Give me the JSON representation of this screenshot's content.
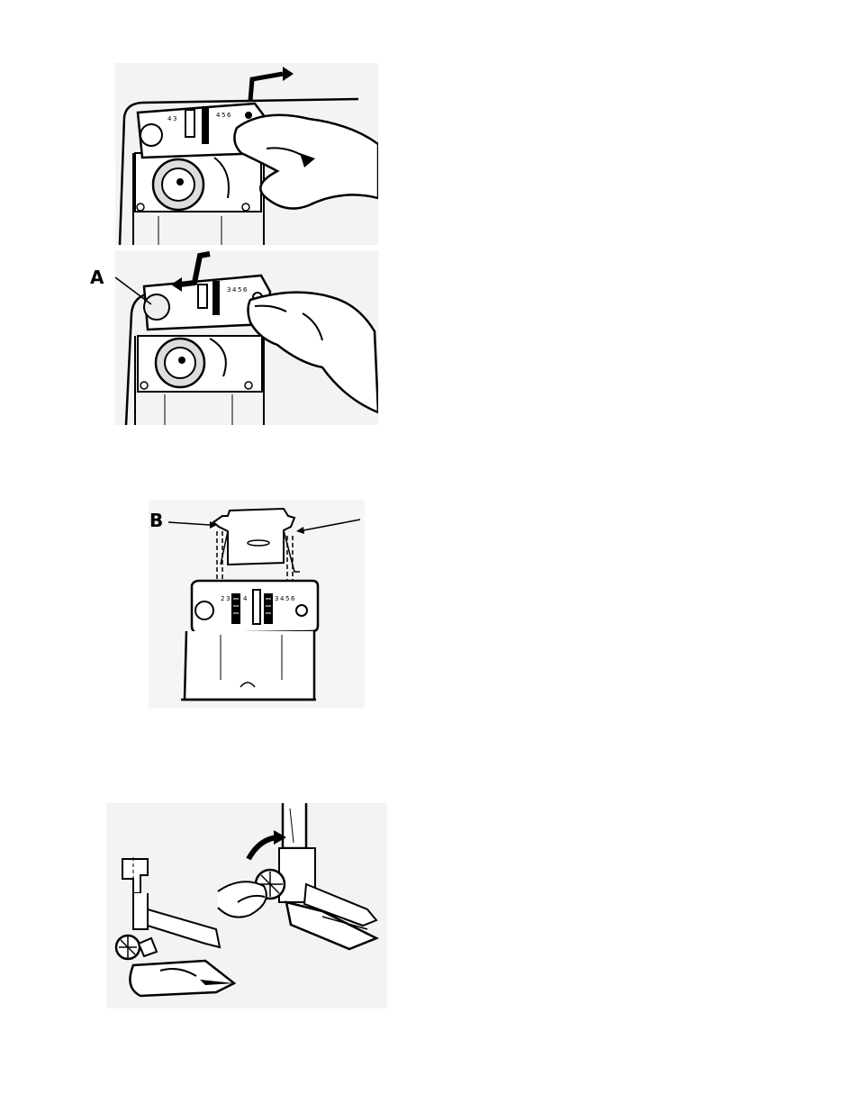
{
  "figures": [
    {
      "name": "remove-needle-plate",
      "plate_scale": [
        "4",
        "3",
        "4",
        "5",
        "6"
      ]
    },
    {
      "name": "replace-needle-plate",
      "plate_scale": [
        "3",
        "4",
        "5",
        "6"
      ],
      "callout": "A"
    },
    {
      "name": "attach-feed-cover-plate",
      "plate_scale": [
        "2",
        "3",
        "4",
        "3",
        "4",
        "5",
        "6"
      ],
      "callout": "B"
    },
    {
      "name": "change-presser-foot"
    }
  ],
  "colors": {
    "ink": "#000000",
    "paper": "#ffffff",
    "texture": "#ededed"
  }
}
